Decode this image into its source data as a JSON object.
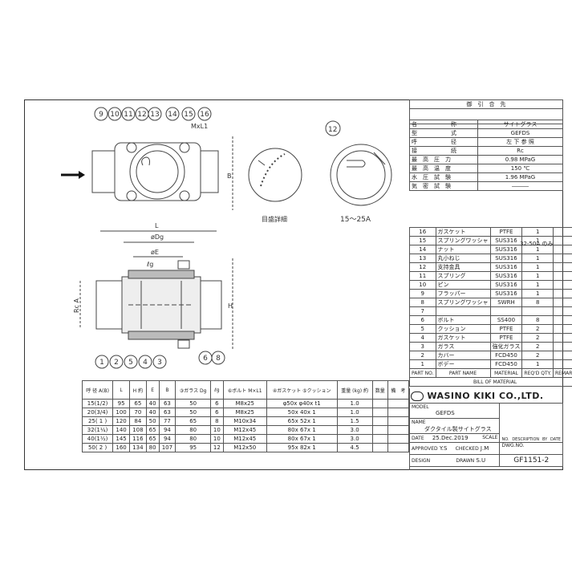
{
  "header": {
    "title": "御　引　合　先"
  },
  "spec": {
    "rows": [
      {
        "label": "名　　　　　　称",
        "value": "サイトグラス"
      },
      {
        "label": "型　　　　　　式",
        "value": "GEFDS"
      },
      {
        "label": "呼　　　　　　径",
        "value": "左 下 参 照"
      },
      {
        "label": "接　　　　　　続",
        "value": "Rc"
      },
      {
        "label": "最　高　圧　力",
        "value": "0.98 MPaG"
      },
      {
        "label": "最　高　温　度",
        "value": "150 ℃"
      },
      {
        "label": "水　圧　試　験",
        "value": "1.96 MPaG"
      },
      {
        "label": "気　密　試　験",
        "value": "―――"
      }
    ]
  },
  "bom": {
    "rows": [
      {
        "no": "16",
        "part": "ガスケット",
        "material": "PTFE",
        "qty": "1"
      },
      {
        "no": "15",
        "part": "スプリングワッシャ",
        "material": "SUS316",
        "qty": "1"
      },
      {
        "no": "14",
        "part": "ナット",
        "material": "SUS316",
        "qty": "1"
      },
      {
        "no": "13",
        "part": "丸小ねじ",
        "material": "SUS316",
        "qty": "1"
      },
      {
        "no": "12",
        "part": "支持金具",
        "material": "SUS316",
        "qty": "1"
      },
      {
        "no": "11",
        "part": "スプリング",
        "material": "SUS316",
        "qty": "1"
      },
      {
        "no": "10",
        "part": "ピン",
        "material": "SUS316",
        "qty": "1"
      },
      {
        "no": "9",
        "part": "フラッパー",
        "material": "SUS316",
        "qty": "1"
      },
      {
        "no": "8",
        "part": "スプリングワッシャ",
        "material": "SWRH",
        "qty": "8"
      },
      {
        "no": "7",
        "part": "",
        "material": "",
        "qty": ""
      },
      {
        "no": "6",
        "part": "ボルト",
        "material": "SS400",
        "qty": "8"
      },
      {
        "no": "5",
        "part": "クッション",
        "material": "PTFE",
        "qty": "2"
      },
      {
        "no": "4",
        "part": "ガスケット",
        "material": "PTFE",
        "qty": "2"
      },
      {
        "no": "3",
        "part": "ガラス",
        "material": "強化ガラス",
        "qty": "2"
      },
      {
        "no": "2",
        "part": "カバー",
        "material": "FCD450",
        "qty": "2"
      },
      {
        "no": "1",
        "part": "ボデー",
        "material": "FCD450",
        "qty": "1"
      }
    ],
    "bracket_note": "32-50A のみ",
    "headers": {
      "no": "PART NO.",
      "part": "PART NAME",
      "material": "MATERIAL",
      "qty": "REQ'D QTY.",
      "remarks": "REMARKS"
    },
    "footer": "BILL OF MATERIAL"
  },
  "dims": {
    "headers": [
      "呼 径 A(B)",
      "L",
      "H 約",
      "E",
      "B",
      "③ガラス Dg",
      "ℓg",
      "⑥ボルト M×L1",
      "④ガスケット ⑤クッション",
      "重量 (kg) 約",
      "数量",
      "備　考"
    ],
    "rows": [
      [
        "15(1/2)",
        "95",
        "65",
        "40",
        "63",
        "50",
        "6",
        "M8x25",
        "φ50x φ40x t1",
        "1.0",
        "",
        ""
      ],
      [
        "20(3/4)",
        "100",
        "70",
        "40",
        "63",
        "50",
        "6",
        "M8x25",
        "50x 40x 1",
        "1.0",
        "",
        ""
      ],
      [
        "25( 1 )",
        "120",
        "84",
        "50",
        "77",
        "65",
        "8",
        "M10x34",
        "65x 52x 1",
        "1.5",
        "",
        ""
      ],
      [
        "32(1¼)",
        "140",
        "108",
        "65",
        "94",
        "80",
        "10",
        "M12x45",
        "80x 67x 1",
        "3.0",
        "",
        ""
      ],
      [
        "40(1½)",
        "145",
        "116",
        "65",
        "94",
        "80",
        "10",
        "M12x45",
        "80x 67x 1",
        "3.0",
        "",
        ""
      ],
      [
        "50( 2 )",
        "160",
        "134",
        "80",
        "107",
        "95",
        "12",
        "M12x50",
        "95x 82x 1",
        "4.5",
        "",
        ""
      ]
    ]
  },
  "titleblock": {
    "company": "WASINO KIKI CO.,LTD.",
    "model_label": "MODEL",
    "model": "GEFDS",
    "name_label": "NAME",
    "name": "ダクタイル製サイトグラス",
    "date_label": "DATE",
    "date": "25.Dec.2019",
    "scale_label": "SCALE",
    "approved_label": "APPROVED",
    "approved": "Y.S",
    "checked_label": "CHECKED",
    "checked": "J.M",
    "design_label": "DESIGN",
    "drawn_label": "DRAWN",
    "drawn": "S.U",
    "dwg_label": "DWG.NO.",
    "dwg_no": "GF1151-2",
    "rev_headers": [
      "NO.",
      "DESCRIPTION",
      "BY",
      "DATE"
    ]
  },
  "drawing": {
    "top_labels": [
      "9",
      "10",
      "11",
      "12",
      "13",
      "14",
      "15",
      "16"
    ],
    "mxl1": "MxL1",
    "b_label": "B",
    "l_label": "L",
    "dg_label": "øDg",
    "e_label": "øE",
    "lg_label": "ℓg",
    "h_label": "H",
    "rc_label": "Rc A",
    "bottom_labels": [
      "1",
      "2",
      "5",
      "4",
      "3"
    ],
    "bolt_labels": [
      "6",
      "8"
    ],
    "gauge_caption": "目盛詳細",
    "detail_label": "12",
    "detail_caption": "15～25A"
  }
}
